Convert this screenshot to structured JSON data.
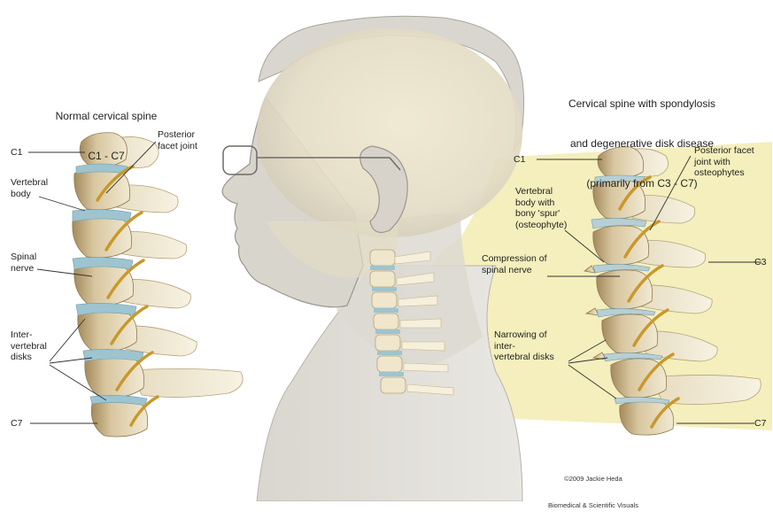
{
  "colors": {
    "bone": "#efe6cc",
    "bone_shade": "#c9b48a",
    "bone_dark": "#8f7a52",
    "disk": "#9dc4cf",
    "nerve": "#c9982a",
    "head": "#dedbd3",
    "head_outline": "#9a968e",
    "highlight_zone": "#f3edb5",
    "leader_line": "#333333"
  },
  "left_panel": {
    "title_line1": "Normal cervical spine",
    "title_line2": "C1 - C7",
    "labels": {
      "c1": "C1",
      "vertebral_body": "Vertebral\nbody",
      "posterior_facet": "Posterior\nfacet joint",
      "spinal_nerve": "Spinal\nnerve",
      "intervertebral_disks": "Inter-\nvertebral\ndisks",
      "c7": "C7"
    }
  },
  "right_panel": {
    "title_line1": "Cervical spine with spondylosis",
    "title_line2": "and degenerative disk disease",
    "title_line3": "(primarily from C3 - C7)",
    "labels": {
      "c1": "C1",
      "posterior_facet_osteophytes": "Posterior facet\njoint with\nosteophytes",
      "vertebral_body_spur": "Vertebral\nbody with\nbony 'spur'\n(osteophyte)",
      "compression": "Compression of\nspinal nerve",
      "c3": "C3",
      "narrowing": "Narrowing of\ninter-\nvertebral disks",
      "c7": "C7"
    }
  },
  "credit": {
    "line1": "©2009 Jackie Heda",
    "line2": "Biomedical & Scientific Visuals"
  }
}
